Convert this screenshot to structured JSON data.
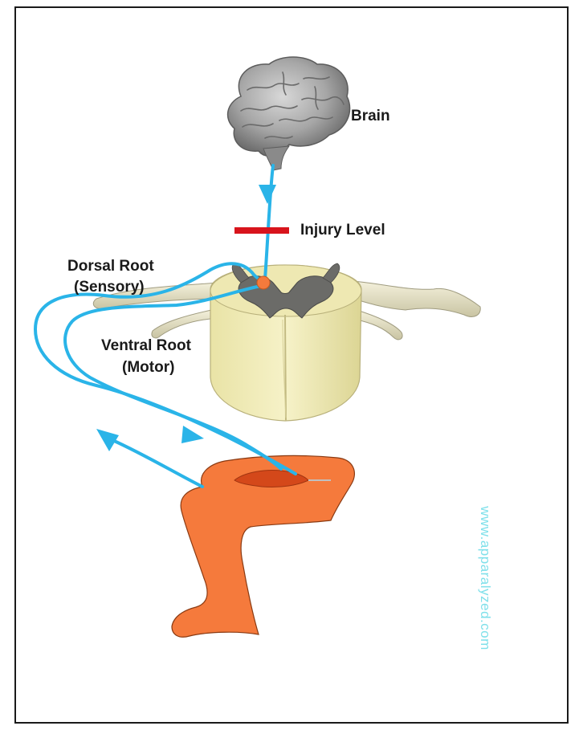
{
  "labels": {
    "brain": "Brain",
    "injury": "Injury Level",
    "dorsal_line1": "Dorsal Root",
    "dorsal_line2": "(Sensory)",
    "ventral_line1": "Ventral Root",
    "ventral_line2": "(Motor)"
  },
  "watermark": "www.apparalyzed.com",
  "colors": {
    "nerve": "#2ab4e8",
    "injury_bar": "#d8141c",
    "leg": "#f57a3c",
    "muscle": "#d4481a",
    "cord_white_matter": "#f2eeb8",
    "cord_grey_matter": "#6b6b68",
    "brain": "#9c9c9c",
    "synapse": "#f57a3c",
    "watermark": "#7fe0ea"
  }
}
